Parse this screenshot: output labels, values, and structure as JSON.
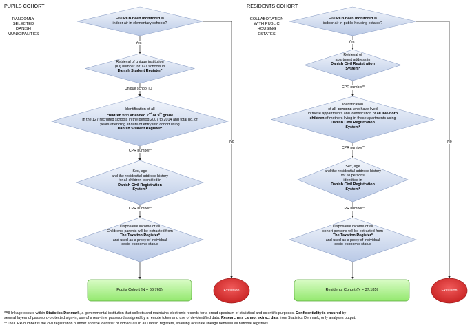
{
  "headers": {
    "pupils": "PUPILS COHORT",
    "residents": "RESIDENTS COHORT"
  },
  "side_labels": {
    "pupils": [
      "RANDOMLY",
      "SELECTED",
      "DANISH",
      "MUNICIPALITIES"
    ],
    "residents": [
      "COLLABORATION",
      "WITH PUBLIC",
      "HOUSING",
      "ESTATES"
    ]
  },
  "pupils": {
    "q1": {
      "a": "Has ",
      "b": "PCB been monitored",
      "c": " in",
      "line2": "indoor air in elementary schools?"
    },
    "yes": "Yes",
    "no": "No",
    "n1": [
      "Retrieval of unique institution",
      "(ID) number for 127 schools in"
    ],
    "n1_bold": "Danish Student Register*",
    "e1": "Unique school ID",
    "n2": {
      "l1": "Identification of all",
      "l2_b1": "children",
      "l2_t1": " who ",
      "l2_b2": "attended 2",
      "l2_sup1": "nd",
      "l2_b3": " or 9",
      "l2_sup2": "th",
      "l2_b4": " grade",
      "l3": "in the 127 recruited schools in the period 2007 to 2014 and  total no. of",
      "l4": "years attending at date of entry into cohort using",
      "l5_bold": "Danish Student Register*"
    },
    "e2": "CPR number**",
    "n3": [
      "Sex, age",
      "and the residential address history",
      "for all children identified in"
    ],
    "n3_bold": [
      "Danish Civil Registration",
      "System*"
    ],
    "e3": "CPR number**",
    "n4": [
      "Disposable income of all",
      "Children's parents will be extracted from"
    ],
    "n4_bold": "The Taxation Register*",
    "n4_tail": [
      "and used as a proxy of individual",
      "socio-economic status"
    ],
    "result": "Pupils Cohort (N = 66,769)",
    "exclusion": "Exclusion"
  },
  "residents": {
    "q1": {
      "a": "Has ",
      "b": "PCB been monitored",
      "c": " in",
      "line2": "indoor air in public housing estates?"
    },
    "yes": "Yes",
    "no": "No",
    "n1": [
      "Retrieval of",
      "apartment address in"
    ],
    "n1_bold": [
      "Danish Civil Registration",
      "System*"
    ],
    "e1": "CPR number**",
    "n2": {
      "l1": "Identification",
      "l2_a": "of ",
      "l2_b": "all persons",
      "l2_c": " who have lived",
      "l3_a": "in these appartments and identification of ",
      "l3_b": "all live-born",
      "l4_b": "children",
      "l4_c": " of mothers living in these apartments using",
      "l5_bold": [
        "Danish Civil Registration",
        "System*"
      ]
    },
    "e2": "CPR number**",
    "n3": [
      "Sex, age",
      "and the residential address history",
      "for all persons",
      "identified in"
    ],
    "n3_bold": [
      "Danish Civil Registration",
      "System*"
    ],
    "e3": "CPR number**",
    "n4": [
      "Disposable income of all",
      "cohort persons will be extracted from"
    ],
    "n4_bold": "The Taxation Register*",
    "n4_tail": [
      "and used as a proxy of individual",
      "socio-economic status"
    ],
    "result": "Residents Cohort (N = 37,185)",
    "exclusion": "Exclusion"
  },
  "footnotes": {
    "f1_a": "*All linkage occurs within ",
    "f1_b": "Statistics Denmark",
    "f1_c": ", a governmental institution that collects and maintains electronic records for a broad spectrum of statistical and scientific purposes. ",
    "f1_d": "Confidentiality is ensured",
    "f1_e": " by",
    "f2_a": "several layers of password-protected sign-in, use of a real-time password assigned by a remote token and use of de-identified data. ",
    "f2_b": "Researchers cannot extract data",
    "f2_c": " from Statistics Denmark, only analyses output.",
    "f3": "**The CPR-number is the civil registration number and the identifier of individuals in all Danish registers, enabling accurate linkage between all national registries."
  },
  "colors": {
    "diamond_top": "#f4f7fc",
    "diamond_bottom": "#b9c9e6",
    "diamond_stroke": "#8a9dc4",
    "result_fill": "#b7f59a",
    "result_stroke": "#5aa83a",
    "exclusion_fill": "#e03434",
    "exclusion_stroke": "#9e1f1f",
    "arrow": "#222222"
  }
}
